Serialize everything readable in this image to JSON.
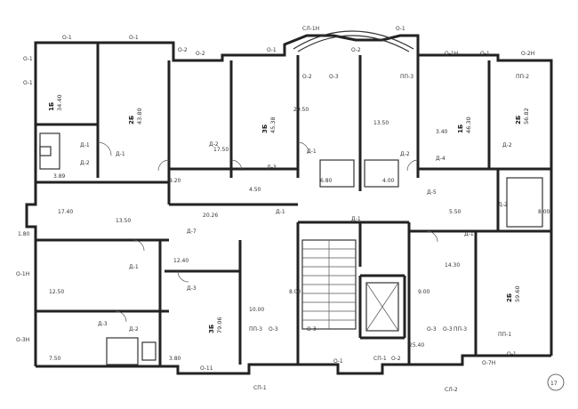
{
  "plan": {
    "window_labels": [
      "О-1",
      "О-1",
      "О-1",
      "О-1",
      "О-2",
      "О-1",
      "О-2",
      "СЛ-1Н",
      "О-1",
      "О-1",
      "О-1Н",
      "О-2Н",
      "О-2",
      "О-3",
      "ПП-3",
      "ПП-3",
      "О-3",
      "О-3",
      "О-3",
      "ПП-3",
      "О-11",
      "О-1",
      "О-2",
      "СП-1",
      "СП-1",
      "СЛ-2",
      "О-3Н",
      "О-1Н",
      "О-7Н",
      "О-2",
      "О-3",
      "О-1",
      "ПП-2",
      "ПП-1"
    ],
    "room_labels": [
      {
        "id": "1Б",
        "area": "34.40"
      },
      {
        "id": "2Б",
        "area": "43.80"
      },
      {
        "id": "3Б",
        "area": "45.38"
      },
      {
        "id": "2Б",
        "area": "56.82"
      },
      {
        "id": "1Б",
        "area": "46.30"
      },
      {
        "id": "3Б",
        "area": "79.06"
      },
      {
        "id": "2Б",
        "area": "59.60"
      }
    ],
    "door_labels": [
      "Д-1",
      "Д-2",
      "Д-1",
      "Д-2",
      "Д-3",
      "Д-1",
      "Д-2",
      "Д-4",
      "Д-2",
      "Д-1",
      "Д-7",
      "Д-1",
      "Д-3",
      "Д-3",
      "Д-2",
      "Д-1",
      "Д-5",
      "Д-1",
      "Д-2"
    ],
    "dim_labels": [
      "3.89",
      "20.26",
      "12.50",
      "7.50",
      "17.50",
      "20.50",
      "13.50",
      "3.40",
      "6.80",
      "4.00",
      "8.20",
      "4.50",
      "12.40",
      "3.80",
      "10.00",
      "8.00",
      "9.00",
      "5.50",
      "17.40",
      "1.80",
      "13.50",
      "25.40",
      "14.30",
      "8.00"
    ],
    "page_number": "17"
  }
}
